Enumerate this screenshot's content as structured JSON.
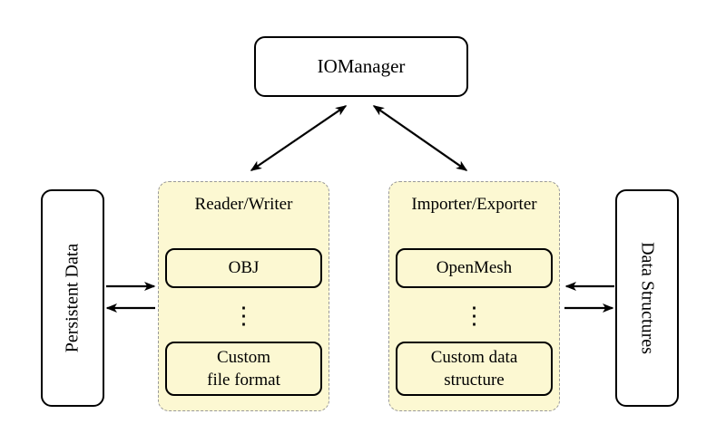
{
  "colors": {
    "group_fill": "#FCF8D2",
    "group_border": "#999999",
    "node_border": "#000000",
    "node_fill": "#FFFFFF",
    "arrow": "#000000"
  },
  "nodes": {
    "iomanager": "IOManager",
    "persistent_data": "Persistent Data",
    "data_structures": "Data Structures"
  },
  "groups": {
    "reader_writer": {
      "title": "Reader/Writer",
      "top_item": "OBJ",
      "ellipsis": "⋮",
      "bottom_item": "Custom\nfile format"
    },
    "importer_exporter": {
      "title": "Importer/Exporter",
      "top_item": "OpenMesh",
      "ellipsis": "⋮",
      "bottom_item": "Custom data\nstructure"
    }
  }
}
